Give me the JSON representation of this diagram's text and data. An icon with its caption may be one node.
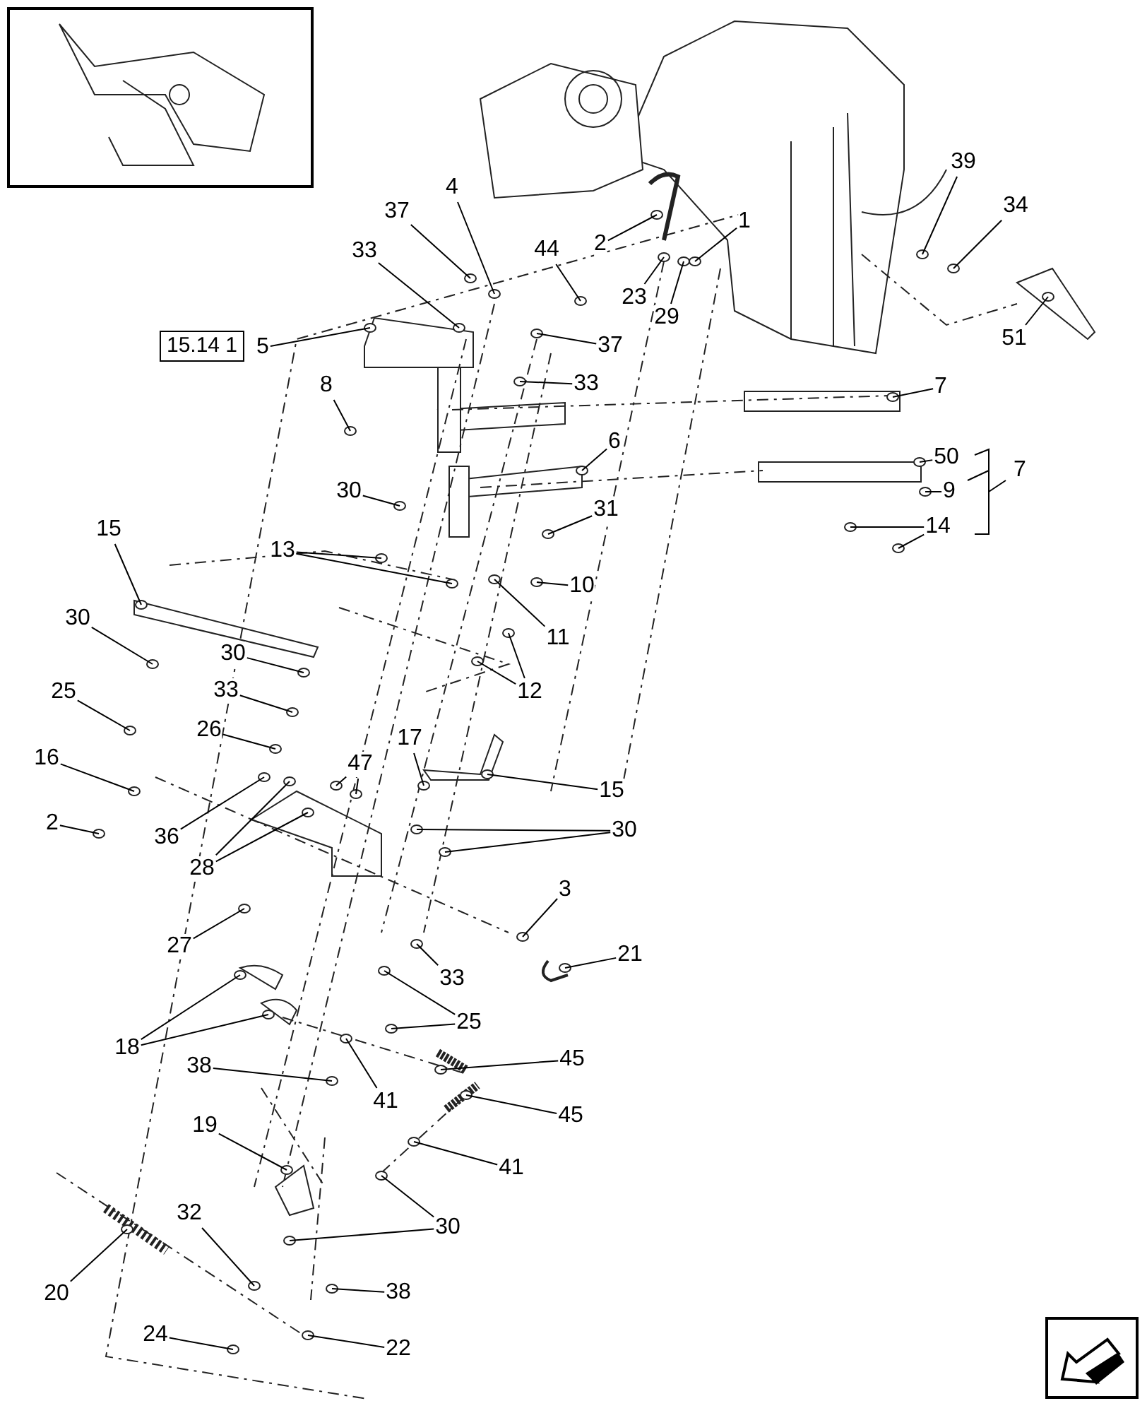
{
  "diagram": {
    "nodes": [
      {
        "text": [
          "37"
        ]
      },
      {
        "text": [
          "4"
        ]
      },
      {
        "text": [
          "33"
        ]
      },
      {
        "text": [
          "44"
        ]
      },
      {
        "text": [
          "2"
        ]
      },
      {
        "text": [
          "1"
        ]
      },
      {
        "text": [
          "23"
        ]
      },
      {
        "text": [
          "29"
        ]
      },
      {
        "text": [
          "39"
        ]
      },
      {
        "text": [
          "34"
        ]
      },
      {
        "text": [
          "15.14 1"
        ]
      },
      {
        "text": [
          "5"
        ]
      },
      {
        "text": [
          "51"
        ]
      },
      {
        "text": [
          "37"
        ]
      },
      {
        "text": [
          "33"
        ]
      },
      {
        "text": [
          "8"
        ]
      },
      {
        "text": [
          "7"
        ]
      },
      {
        "text": [
          "6"
        ]
      },
      {
        "text": [
          "50"
        ]
      },
      {
        "text": [
          "9"
        ]
      },
      {
        "text": [
          "7"
        ]
      },
      {
        "text": [
          "30"
        ]
      },
      {
        "text": [
          "31"
        ]
      },
      {
        "text": [
          "14"
        ]
      },
      {
        "text": [
          "15"
        ]
      },
      {
        "text": [
          "13"
        ]
      },
      {
        "text": [
          "10"
        ]
      },
      {
        "text": [
          "30"
        ]
      },
      {
        "text": [
          "11"
        ]
      },
      {
        "text": [
          "30"
        ]
      },
      {
        "text": [
          "12"
        ]
      },
      {
        "text": [
          "33"
        ]
      },
      {
        "text": [
          "25"
        ]
      },
      {
        "text": [
          "26"
        ]
      },
      {
        "text": [
          "17"
        ]
      },
      {
        "text": [
          "47"
        ]
      },
      {
        "text": [
          "16"
        ]
      },
      {
        "text": [
          "15"
        ]
      },
      {
        "text": [
          "2"
        ]
      },
      {
        "text": [
          "36"
        ]
      },
      {
        "text": [
          "30"
        ]
      },
      {
        "text": [
          "28"
        ]
      },
      {
        "text": [
          "3"
        ]
      },
      {
        "text": [
          "27"
        ]
      },
      {
        "text": [
          "21"
        ]
      },
      {
        "text": [
          "33"
        ]
      },
      {
        "text": [
          "25"
        ]
      },
      {
        "text": [
          "18"
        ]
      },
      {
        "text": [
          "45"
        ]
      },
      {
        "text": [
          "38"
        ]
      },
      {
        "text": [
          "41"
        ]
      },
      {
        "text": [
          "45"
        ]
      },
      {
        "text": [
          "19"
        ]
      },
      {
        "text": [
          "41"
        ]
      },
      {
        "text": [
          "30"
        ]
      },
      {
        "text": [
          "32"
        ]
      },
      {
        "text": [
          "38"
        ]
      },
      {
        "text": [
          "20"
        ]
      },
      {
        "text": [
          "24"
        ]
      },
      {
        "text": [
          "22"
        ]
      }
    ],
    "edges": [
      {
        "from": 0,
        "to": null,
        "arrow": "none"
      },
      {
        "from": 1,
        "to": null,
        "arrow": "none"
      },
      {
        "from": 2,
        "to": null,
        "arrow": "none"
      },
      {
        "from": 3,
        "to": null,
        "arrow": "none"
      },
      {
        "from": 4,
        "to": null,
        "arrow": "none"
      },
      {
        "from": 5,
        "to": null,
        "arrow": "none"
      },
      {
        "from": 6,
        "to": null,
        "arrow": "none"
      },
      {
        "from": 7,
        "to": null,
        "arrow": "none"
      },
      {
        "from": 8,
        "to": null,
        "arrow": "none"
      },
      {
        "from": 9,
        "to": null,
        "arrow": "none"
      },
      {
        "from": 11,
        "to": null,
        "arrow": "none"
      },
      {
        "from": 12,
        "to": null,
        "arrow": "none"
      },
      {
        "from": 13,
        "to": null,
        "arrow": "none"
      },
      {
        "from": 14,
        "to": null,
        "arrow": "none"
      },
      {
        "from": 15,
        "to": null,
        "arrow": "none"
      },
      {
        "from": 16,
        "to": null,
        "arrow": "none"
      },
      {
        "from": 17,
        "to": null,
        "arrow": "none"
      },
      {
        "from": 18,
        "to": null,
        "arrow": "none"
      },
      {
        "from": 19,
        "to": null,
        "arrow": "none"
      },
      {
        "from": 21,
        "to": null,
        "arrow": "none"
      },
      {
        "from": 22,
        "to": null,
        "arrow": "none"
      },
      {
        "from": 23,
        "to": null,
        "arrow": "none"
      },
      {
        "from": 23,
        "to": null,
        "arrow": "none"
      },
      {
        "from": 24,
        "to": null,
        "arrow": "none"
      },
      {
        "from": 25,
        "to": null,
        "arrow": "none"
      },
      {
        "from": 25,
        "to": null,
        "arrow": "none"
      },
      {
        "from": 26,
        "to": null,
        "arrow": "none"
      },
      {
        "from": 27,
        "to": null,
        "arrow": "none"
      },
      {
        "from": 28,
        "to": null,
        "arrow": "none"
      },
      {
        "from": 29,
        "to": null,
        "arrow": "none"
      },
      {
        "from": 30,
        "to": null,
        "arrow": "none"
      },
      {
        "from": 30,
        "to": null,
        "arrow": "none"
      },
      {
        "from": 31,
        "to": null,
        "arrow": "none"
      },
      {
        "from": 32,
        "to": null,
        "arrow": "none"
      },
      {
        "from": 33,
        "to": null,
        "arrow": "none"
      },
      {
        "from": 34,
        "to": null,
        "arrow": "none"
      },
      {
        "from": 35,
        "to": null,
        "arrow": "none"
      },
      {
        "from": 35,
        "to": null,
        "arrow": "none"
      },
      {
        "from": 36,
        "to": null,
        "arrow": "none"
      },
      {
        "from": 37,
        "to": null,
        "arrow": "none"
      },
      {
        "from": 38,
        "to": null,
        "arrow": "none"
      },
      {
        "from": 39,
        "to": null,
        "arrow": "none"
      },
      {
        "from": 40,
        "to": null,
        "arrow": "none"
      },
      {
        "from": 40,
        "to": null,
        "arrow": "none"
      },
      {
        "from": 41,
        "to": null,
        "arrow": "none"
      },
      {
        "from": 41,
        "to": null,
        "arrow": "none"
      },
      {
        "from": 42,
        "to": null,
        "arrow": "none"
      },
      {
        "from": 43,
        "to": null,
        "arrow": "none"
      },
      {
        "from": 44,
        "to": null,
        "arrow": "none"
      },
      {
        "from": 45,
        "to": null,
        "arrow": "none"
      },
      {
        "from": 46,
        "to": null,
        "arrow": "none"
      },
      {
        "from": 46,
        "to": null,
        "arrow": "none"
      },
      {
        "from": 47,
        "to": null,
        "arrow": "none"
      },
      {
        "from": 47,
        "to": null,
        "arrow": "none"
      },
      {
        "from": 48,
        "to": null,
        "arrow": "none"
      },
      {
        "from": 49,
        "to": null,
        "arrow": "none"
      },
      {
        "from": 50,
        "to": null,
        "arrow": "none"
      },
      {
        "from": 51,
        "to": null,
        "arrow": "none"
      },
      {
        "from": 52,
        "to": null,
        "arrow": "none"
      },
      {
        "from": 53,
        "to": null,
        "arrow": "none"
      },
      {
        "from": 54,
        "to": null,
        "arrow": "none"
      },
      {
        "from": 54,
        "to": null,
        "arrow": "none"
      },
      {
        "from": 55,
        "to": null,
        "arrow": "none"
      },
      {
        "from": 56,
        "to": null,
        "arrow": "none"
      },
      {
        "from": 57,
        "to": null,
        "arrow": "none"
      },
      {
        "from": 58,
        "to": null,
        "arrow": "none"
      },
      {
        "from": 59,
        "to": null,
        "arrow": "none"
      }
    ]
  }
}
